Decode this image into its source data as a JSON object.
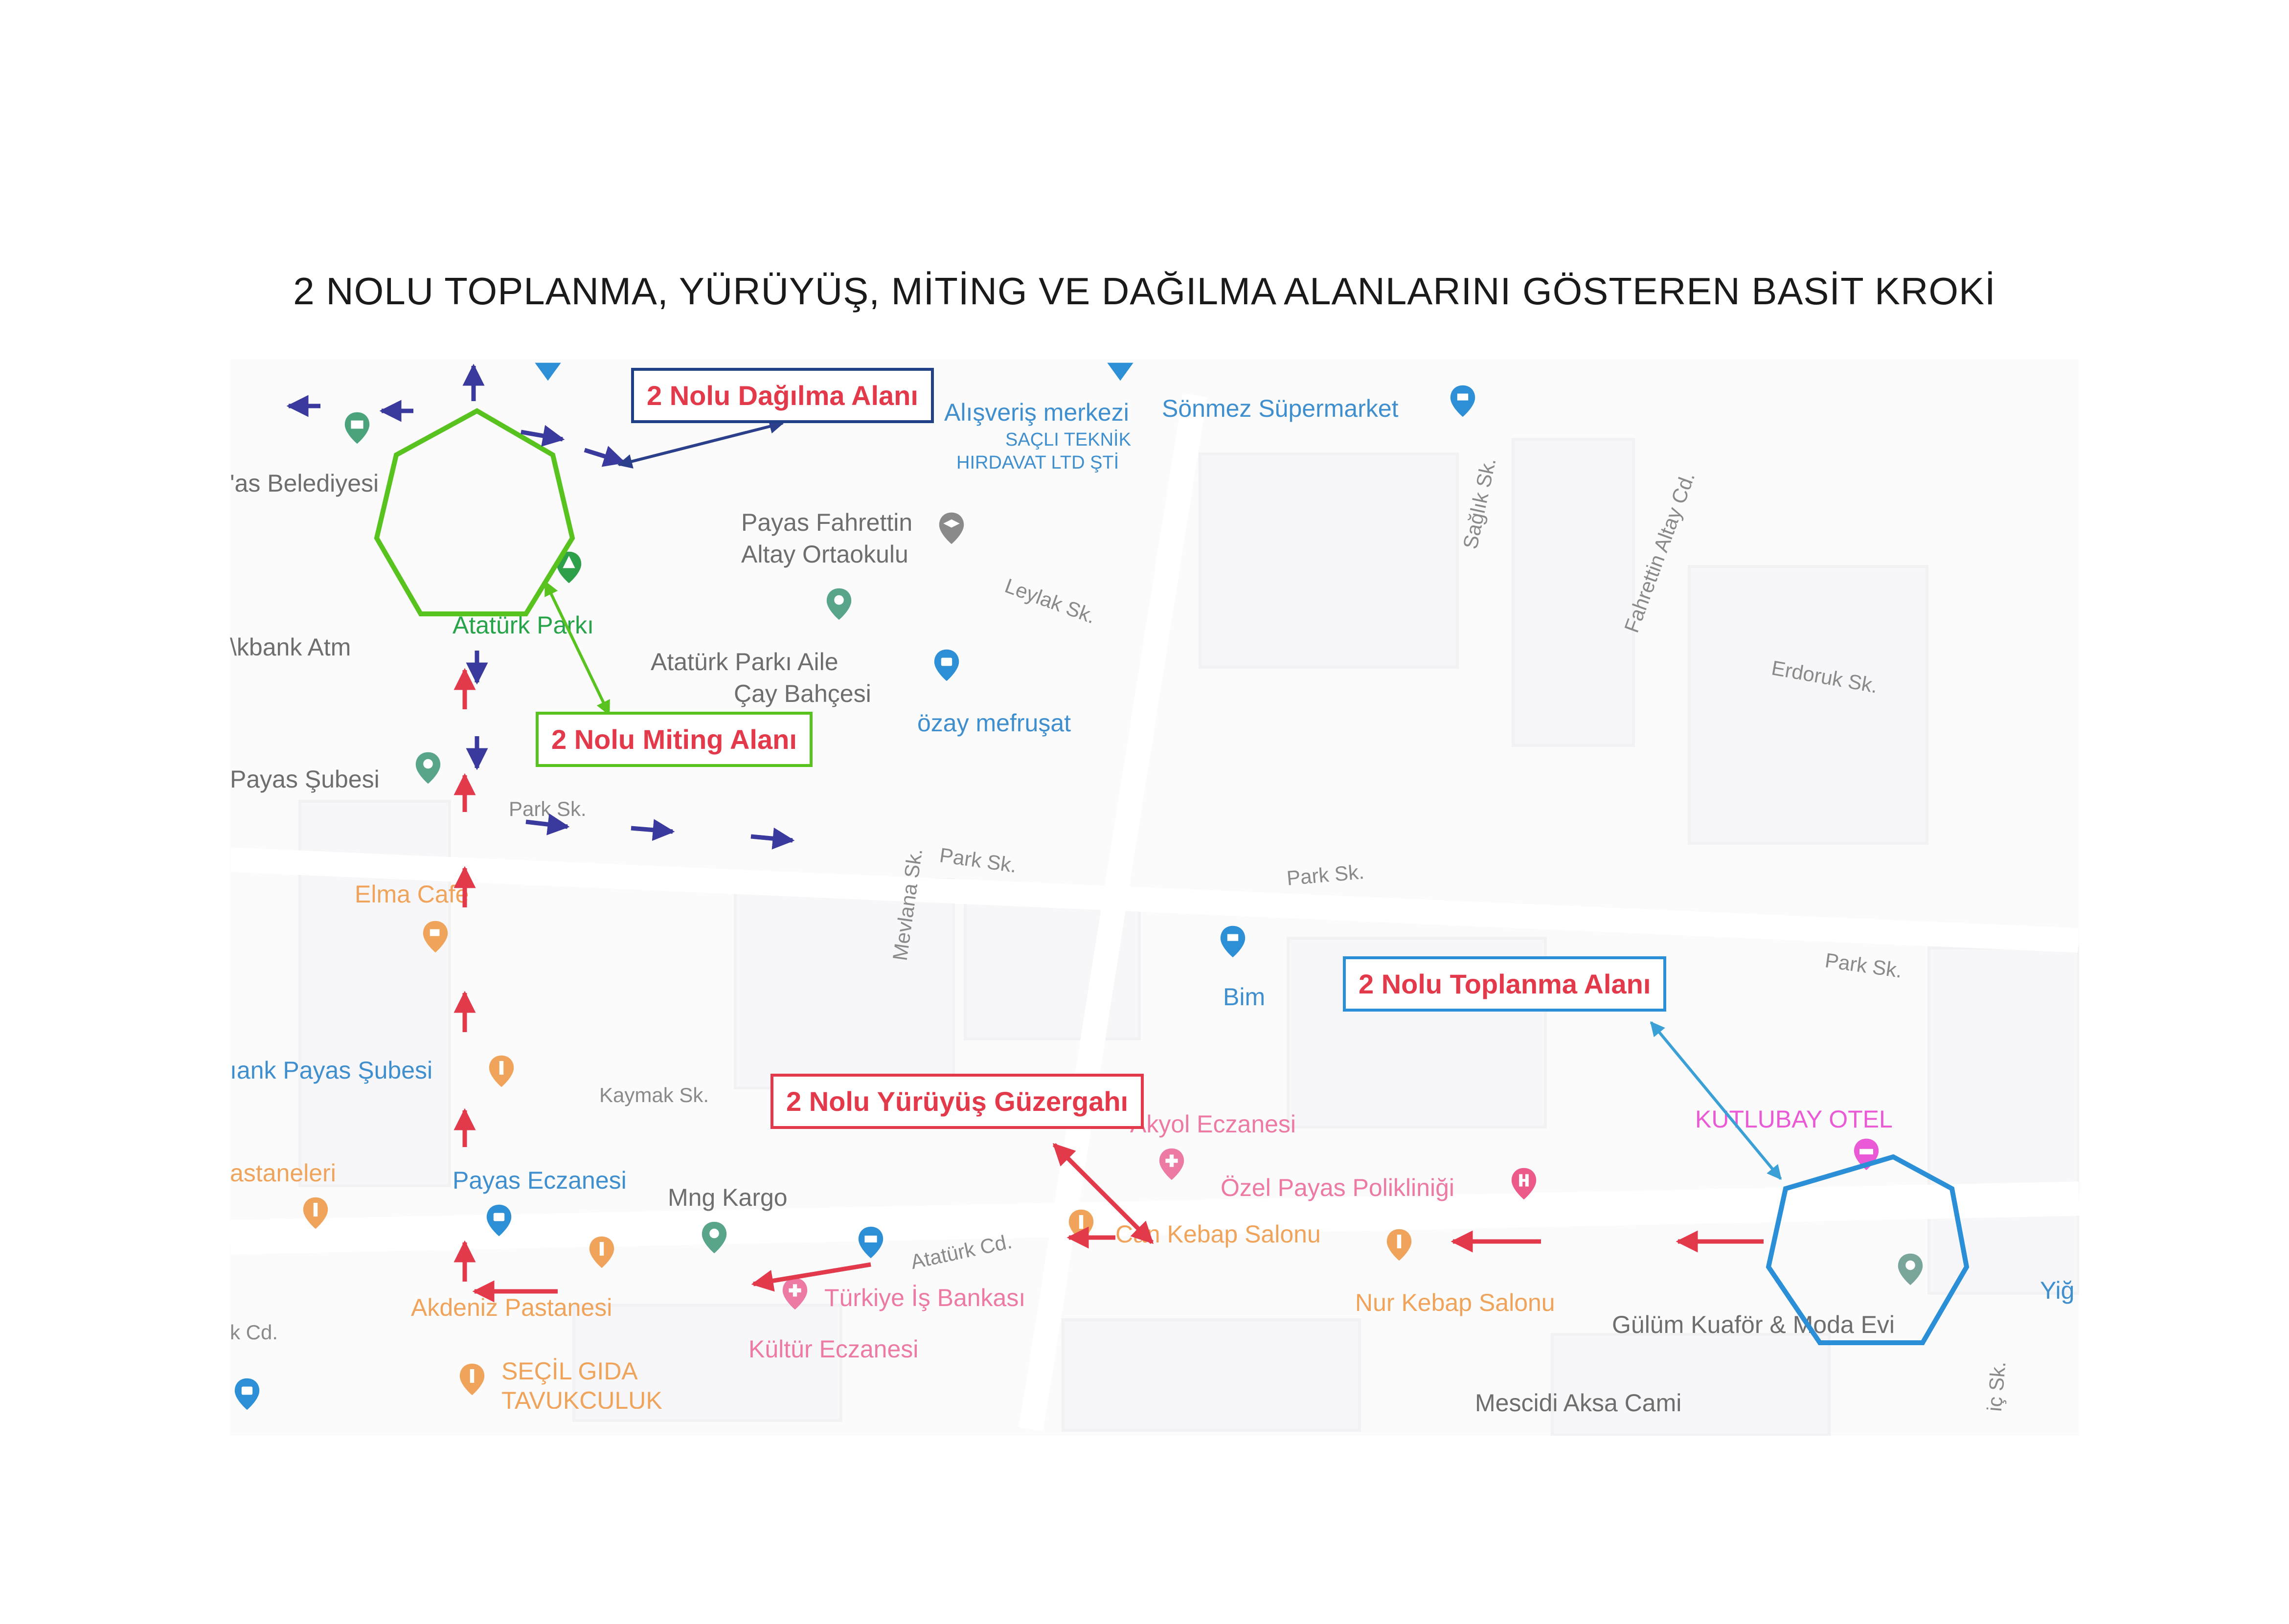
{
  "title": "2 NOLU TOPLANMA, YÜRÜYÜŞ, MİTİNG VE DAĞILMA ALANLARINI GÖSTEREN BASİT KROKİ",
  "areas": {
    "dispersal": {
      "label": "2 Nolu Dağılma Alanı",
      "color": "#1f3f86"
    },
    "rally": {
      "label": "2 Nolu Miting Alanı",
      "color": "#58c21e"
    },
    "march": {
      "label": "2 Nolu Yürüyüş Güzergahı",
      "color": "#e23a4b"
    },
    "assembly": {
      "label": "2 Nolu Toplanma Alanı",
      "color": "#2a8fd6"
    }
  },
  "map": {
    "streets": {
      "sagl_k": "Sağlık Sk.",
      "fahrettin": "Fahrettin Altay Cd.",
      "leylak": "Leylak Sk.",
      "erdoruk": "Erdoruk Sk.",
      "park1": "Park Sk.",
      "park2": "Park Sk.",
      "park3": "Park Sk.",
      "park4": "Park Sk.",
      "mevlana": "Mevlana Sk.",
      "kaymak": "Kaymak Sk.",
      "ataturk_cd": "Atatürk Cd.",
      "k_cd": "k Cd.",
      "ic_sk": "iç Sk."
    },
    "places": {
      "belediye": "'as Belediyesi",
      "alisveris": "Alışveriş merkezi",
      "sacli": "SAÇLI TEKNİK",
      "hirdavat": "HIRDAVAT LTD ŞTİ",
      "sonmez": "Sönmez Süpermarket",
      "fahrettin_okul_1": "Payas Fahrettin",
      "fahrettin_okul_2": "Altay Ortaokulu",
      "ataturk_parki": "Atatürk Parkı",
      "akbank_atm": "\\kbank Atm",
      "cay_1": "Atatürk Parkı Aile",
      "cay_2": "Çay Bahçesi",
      "ozay": "özay mefruşat",
      "payas_subesi": "Payas Şubesi",
      "elma": "Elma Cafe",
      "bim": "Bim",
      "bank_payas": "ıank Payas Şubesi",
      "akyol": "Akyol Eczanesi",
      "kutlubay": "KUTLUBAY OTEL",
      "pastaneleri": "astaneleri",
      "payas_eczanesi": "Payas Eczanesi",
      "mng": "Mng Kargo",
      "ozel_payas": "Özel Payas Polikliniği",
      "kebap_salonu": "Can Kebap Salonu",
      "akdeniz": "Akdeniz Pastanesi",
      "turkiye_is": "Türkiye İş Bankası",
      "nur_kebap": "Nur Kebap Salonu",
      "gulum": "Gülüm Kuaför & Moda Evi",
      "kultur": "Kültür Eczanesi",
      "secil_1": "SEÇİL GIDA",
      "secil_2": "TAVUKÇULUK",
      "mescidi": "Mescidi Aksa Cami",
      "yi": "Yiğ"
    }
  }
}
